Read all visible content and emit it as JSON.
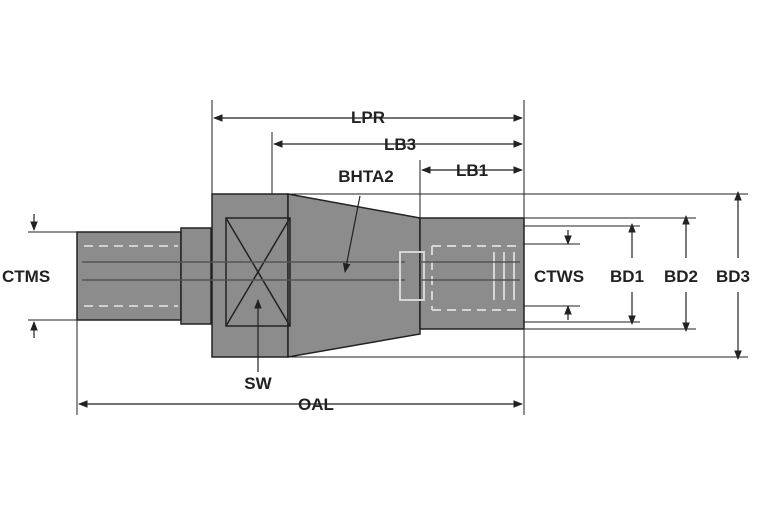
{
  "labels": {
    "lpr": "LPR",
    "lb3": "LB3",
    "lb1": "LB1",
    "bhta2": "BHTA2",
    "ctms": "CTMS",
    "ctws": "CTWS",
    "bd1": "BD1",
    "bd2": "BD2",
    "bd3": "BD3",
    "sw": "SW",
    "oal": "OAL"
  },
  "colors": {
    "body_fill": "#8c8c8c",
    "body_fill_dark": "#7a7a7a",
    "line": "#222222",
    "hidden_line": "#cfcfcf",
    "background": "#ffffff"
  }
}
